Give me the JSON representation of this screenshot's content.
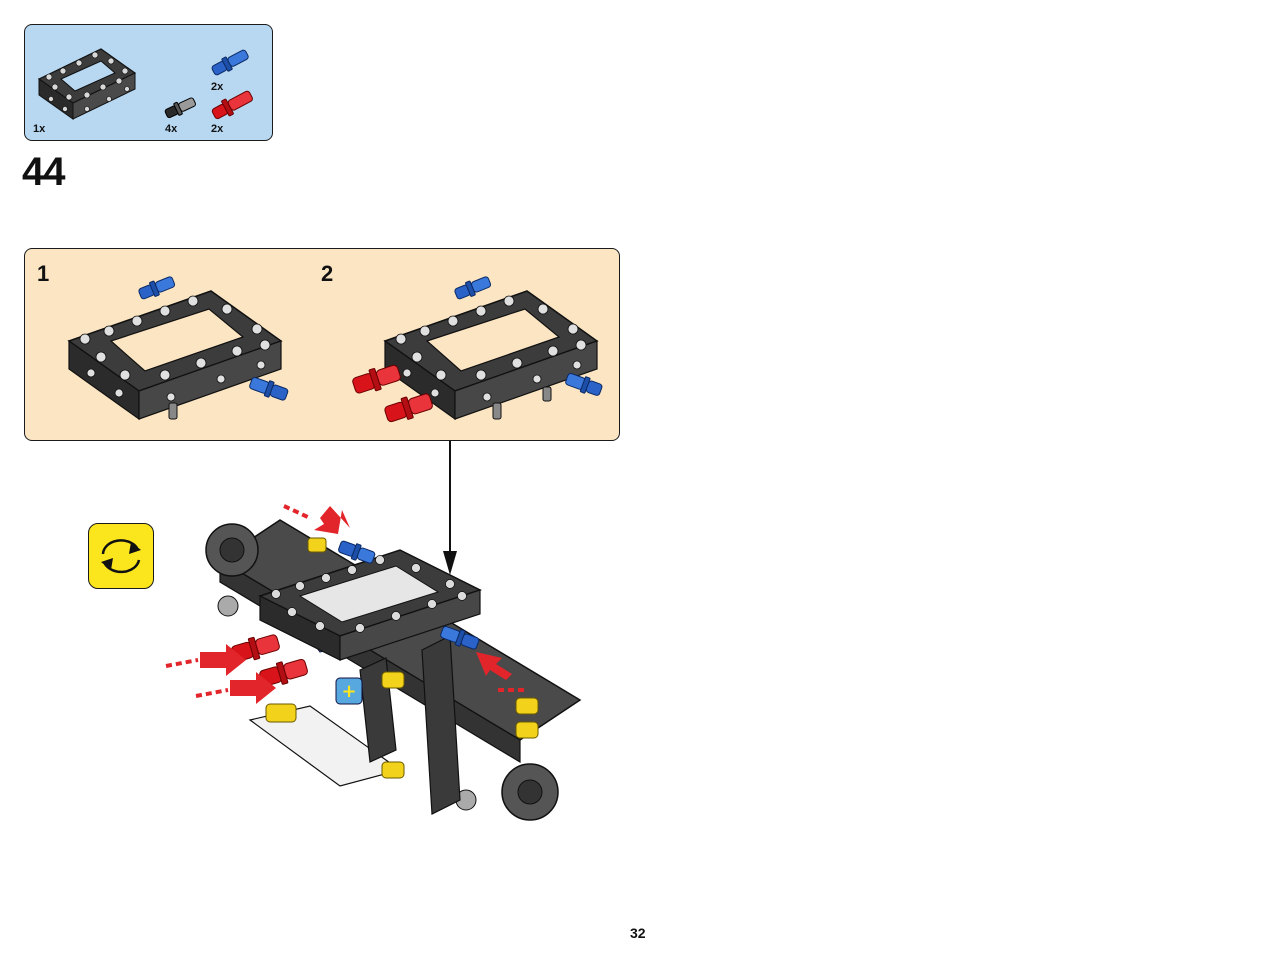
{
  "parts": {
    "items": [
      {
        "name": "frame",
        "qty": "1x"
      },
      {
        "name": "blue-pin",
        "qty": "2x"
      },
      {
        "name": "black-pin",
        "qty": "4x"
      },
      {
        "name": "red-pin",
        "qty": "2x"
      }
    ]
  },
  "step": {
    "number": "44"
  },
  "substeps": [
    {
      "number": "1"
    },
    {
      "number": "2"
    }
  ],
  "page": {
    "number": "32"
  },
  "colors": {
    "parts_bg": "#b8d8f2",
    "substep_bg": "#fbe5c3",
    "rotate_bg": "#fbe51c",
    "pin_blue": "#2a62c8",
    "pin_red": "#d8141a",
    "frame_dark": "#3c3c3c",
    "frame_light": "#d8d8d8",
    "arrow_red": "#e2252b"
  },
  "icons": {
    "rotate": "rotate-model-icon",
    "arrow": "down-arrow-icon"
  }
}
